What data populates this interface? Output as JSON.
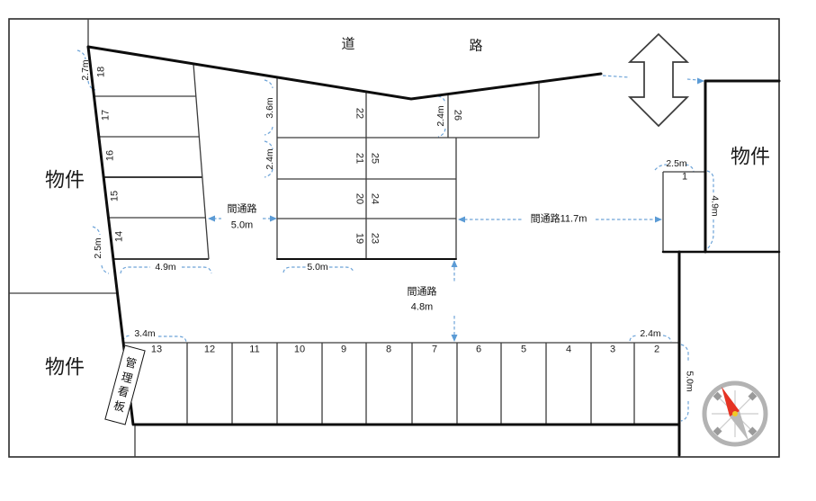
{
  "road": {
    "left_char": "道",
    "right_char": "路"
  },
  "properties": {
    "top_left": "物件",
    "bottom_left": "物件",
    "right": "物件"
  },
  "signboard_label": "管理看板",
  "left_block": {
    "spaces": [
      "18",
      "17",
      "16",
      "15",
      "14"
    ]
  },
  "middle_block": {
    "col_left": [
      "22",
      "21",
      "20",
      "19"
    ],
    "col_right": [
      "25",
      "24",
      "23"
    ],
    "space_26": "26"
  },
  "right_area": {
    "space_1": "1"
  },
  "bottom_row": {
    "spaces": [
      "13",
      "12",
      "11",
      "10",
      "9",
      "8",
      "7",
      "6",
      "5",
      "4",
      "3",
      "2"
    ]
  },
  "dims": {
    "left_block_top": "2.7m",
    "left_block_side": "2.5m",
    "left_block_width": "4.9m",
    "mid_row1_depth": "3.6m",
    "mid_row2_depth": "2.4m",
    "space26_depth": "2.4m",
    "mid_width": "5.0m",
    "space1_width": "2.5m",
    "space1_depth": "4.9m",
    "bottom_left_width": "3.4m",
    "bottom_right_width": "2.4m",
    "bottom_depth": "5.0m"
  },
  "aisles": {
    "left": {
      "line1": "間通路",
      "line2": "5.0m"
    },
    "right": {
      "label": "間通路11.7m"
    },
    "bottom": {
      "line1": "間通路",
      "line2": "4.8m"
    }
  },
  "colors": {
    "line": "#1a1a1a",
    "dimension_blue": "#5b9bd5",
    "compass_ring": "#b3b3b3",
    "needle_north": "#e53323",
    "needle_south": "#b9b9b9",
    "compass_center": "#f0c929"
  }
}
